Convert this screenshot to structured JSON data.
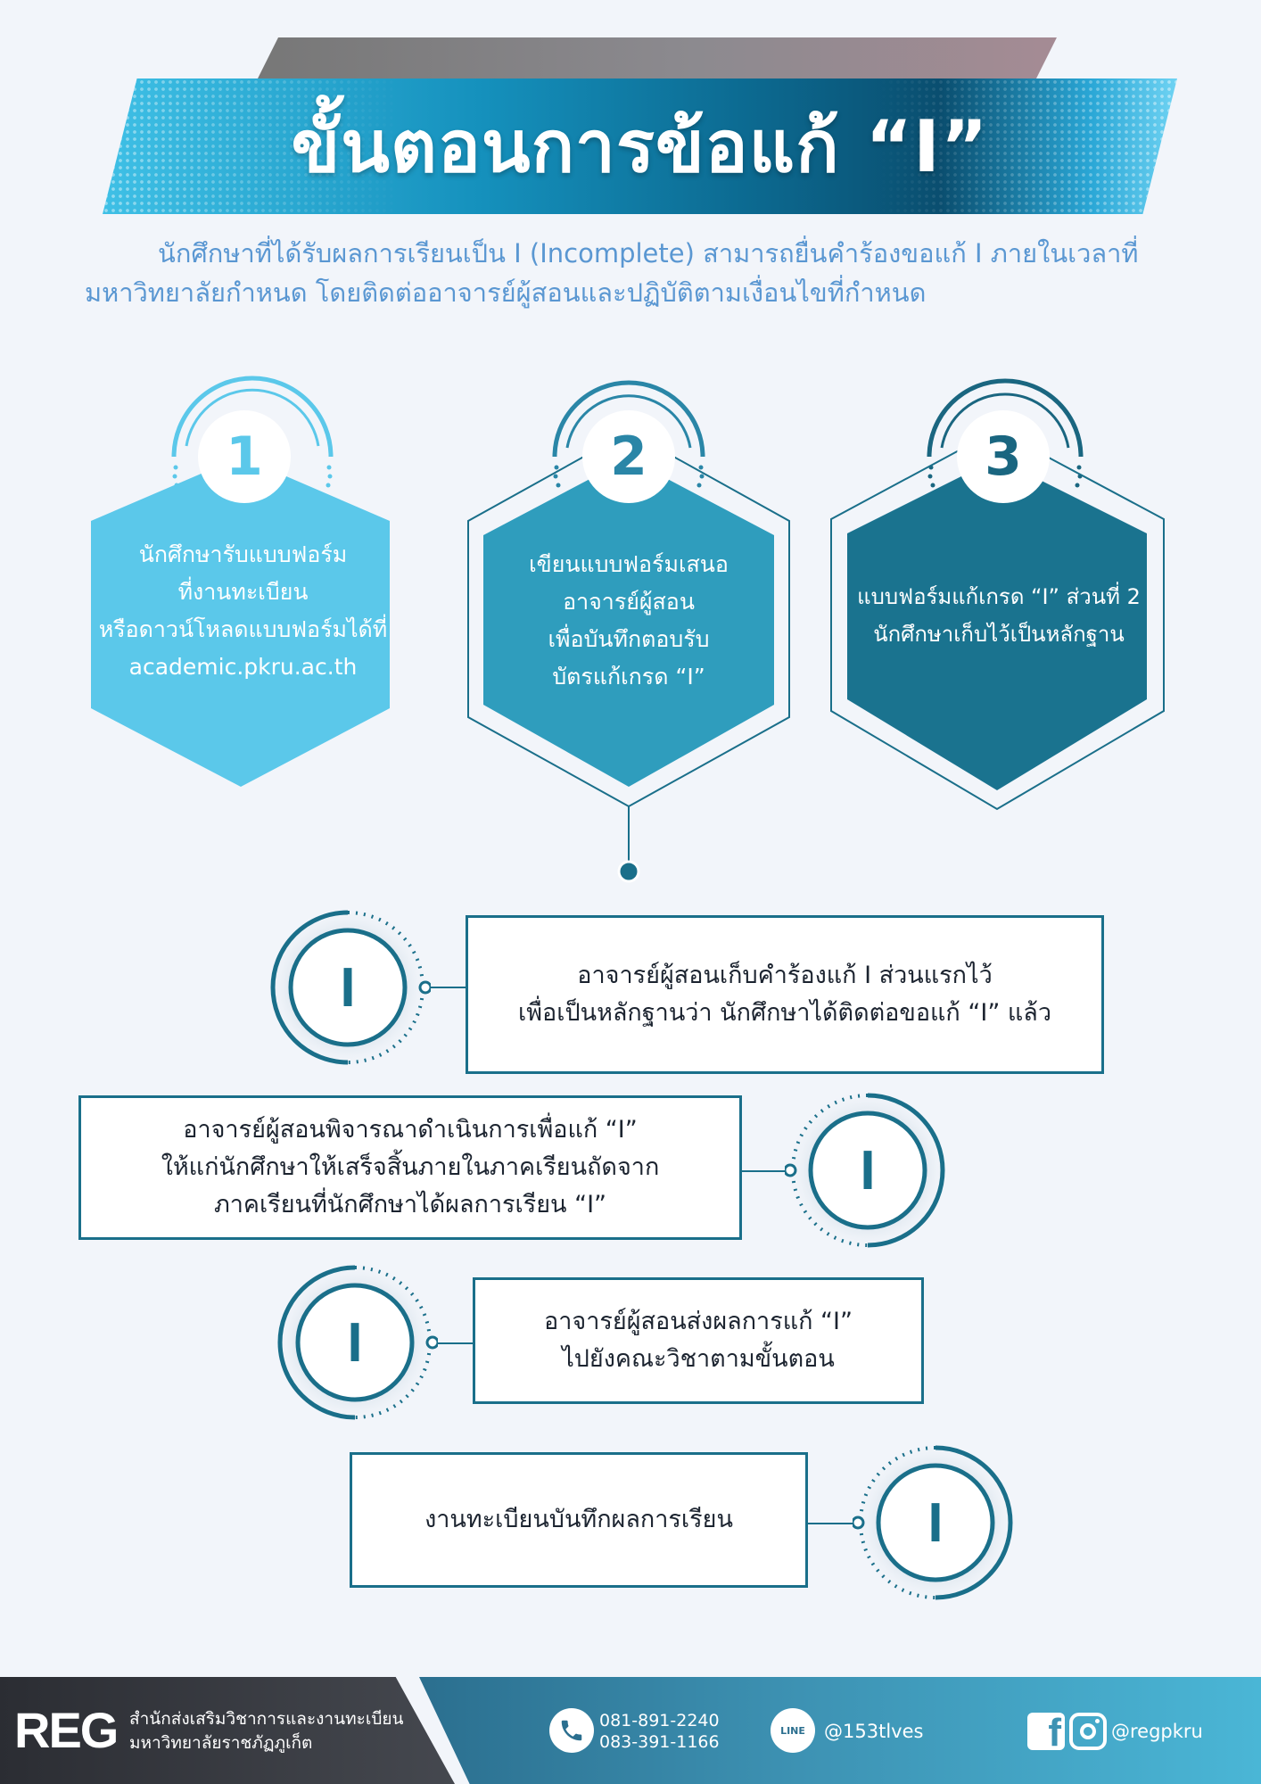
{
  "header": {
    "title": "ขั้นตอนการข้อแก้ “I”"
  },
  "intro": {
    "line1": "นักศึกษาที่ได้รับผลการเรียนเป็น I (Incomplete) สามารถยื่นคำร้องขอแก้ I ภายในเวลาที่",
    "line2": "มหาวิทยาลัยกำหนด โดยติดต่ออาจารย์ผู้สอนและปฏิบัติตามเงื่อนไขที่กำหนด"
  },
  "steps": [
    {
      "number": "1",
      "lines": [
        "นักศึกษารับแบบฟอร์ม",
        "ที่งานทะเบียน",
        "หรือดาวน์โหลดแบบฟอร์มได้ที่",
        "academic.pkru.ac.th"
      ],
      "color": "#5bc8ea",
      "accent": "#5bc8ea"
    },
    {
      "number": "2",
      "lines": [
        "เขียนแบบฟอร์มเสนอ",
        "อาจารย์ผู้สอน",
        "เพื่อบันทึกตอบรับ",
        "บัตรแก้เกรด “I”"
      ],
      "color": "#2f9dbd",
      "accent": "#2a86a7"
    },
    {
      "number": "3",
      "lines": [
        "แบบฟอร์มแก้เกรด “I” ส่วนที่ 2",
        "นักศึกษาเก็บไว้เป็นหลักฐาน"
      ],
      "color": "#1a738f",
      "accent": "#1a6680"
    }
  ],
  "process": [
    {
      "badge": "I",
      "lines": [
        "อาจารย์ผู้สอนเก็บคำร้องแก้ I ส่วนแรกไว้",
        "เพื่อเป็นหลักฐานว่า นักศึกษาได้ติดต่อขอแก้ “I” แล้ว"
      ]
    },
    {
      "badge": "I",
      "lines": [
        "อาจารย์ผู้สอนพิจารณาดำเนินการเพื่อแก้ “I”",
        "ให้แก่นักศึกษาให้เสร็จสิ้นภายในภาคเรียนถัดจาก",
        "ภาคเรียนที่นักศึกษาได้ผลการเรียน “I”"
      ]
    },
    {
      "badge": "I",
      "lines": [
        "อาจารย์ผู้สอนส่งผลการแก้ “I”",
        "ไปยังคณะวิชาตามขั้นตอน"
      ]
    },
    {
      "badge": "I",
      "lines": [
        "งานทะเบียนบันทึกผลการเรียน"
      ]
    }
  ],
  "footer": {
    "logo": "REG",
    "org_line1": "สำนักส่งเสริมวิชาการและงานทะเบียน",
    "org_line2": "มหาวิทยาลัยราชภัฏภูเก็ต",
    "phone1": "081-891-2240",
    "phone2": "083-391-1166",
    "line_icon_text": "LINE",
    "line_id": "@153tlves",
    "social": "@regpkru",
    "colors": {
      "dark": "#2b2d33",
      "blue": "#3d92b3"
    }
  },
  "colors": {
    "primary": "#1a6f8a",
    "intro_text": "#5a97d2",
    "step1": "#5bc8ea",
    "step2": "#2f9dbd",
    "step3": "#1a738f"
  }
}
